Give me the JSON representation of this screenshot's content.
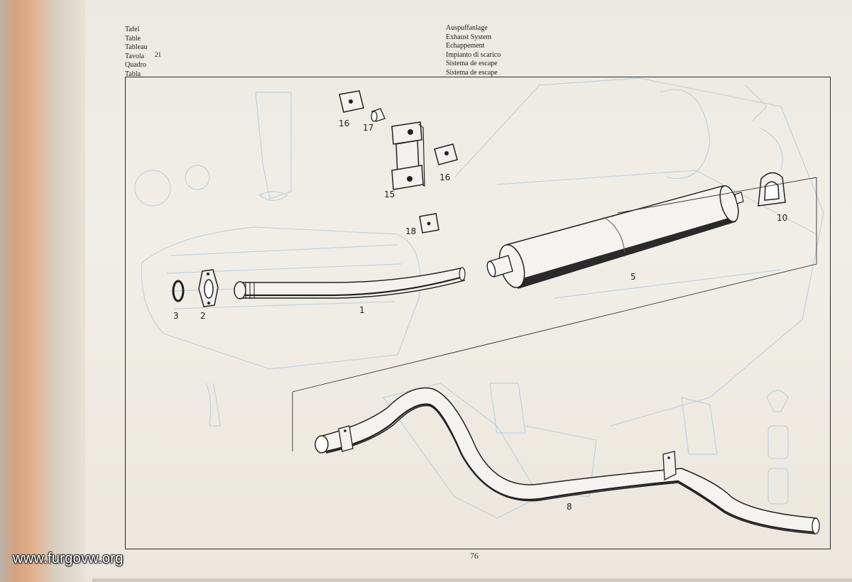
{
  "header": {
    "table_titles": [
      "Tafel",
      "Table",
      "Tableau",
      "Tavola",
      "Quadro",
      "Tabla"
    ],
    "table_number": "21",
    "section_titles": [
      "Auspuffanlage",
      "Exhaust System",
      "Echappement",
      "Impianto di scarico",
      "Sistema de escape",
      "Sistema de escape"
    ]
  },
  "callouts": {
    "c1": "1",
    "c2": "2",
    "c3": "3",
    "c5": "5",
    "c8": "8",
    "c10": "10",
    "c15": "15",
    "c16a": "16",
    "c16b": "16",
    "c17": "17",
    "c18": "18"
  },
  "footer": {
    "page_number": "76",
    "watermark": "www.furgovw.org"
  },
  "colors": {
    "line": "#222222",
    "ghost": "#b9cbd6",
    "paper": "#efece6"
  }
}
